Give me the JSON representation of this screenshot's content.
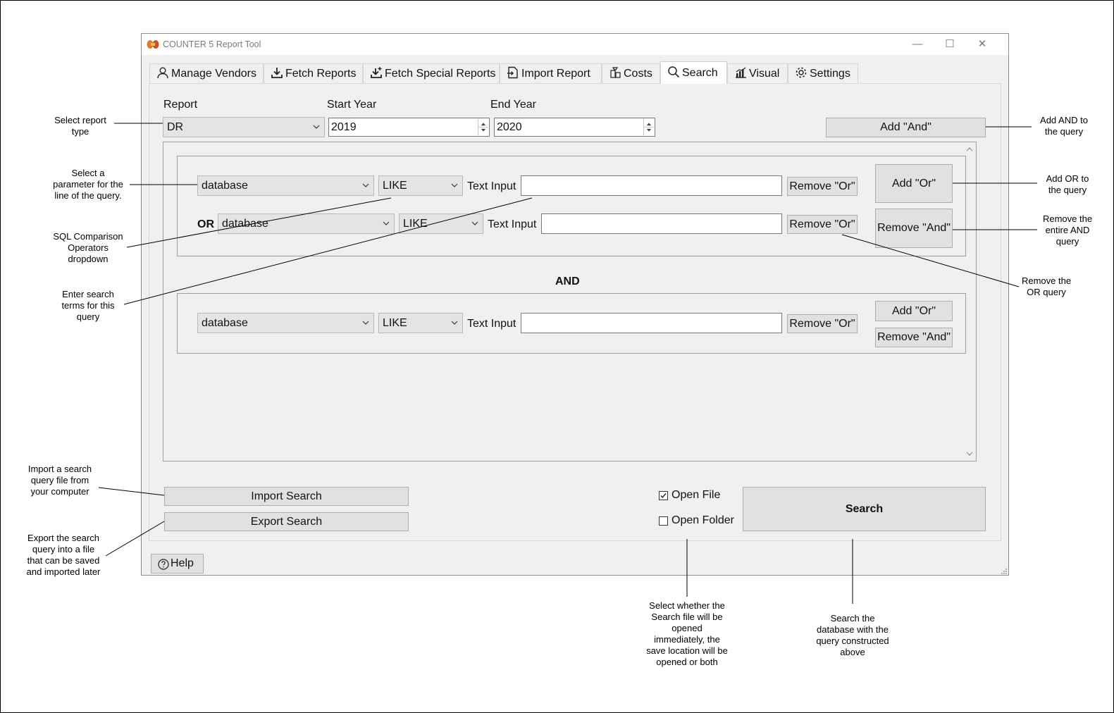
{
  "window": {
    "title": "COUNTER 5 Report Tool",
    "controls": {
      "minimize": "—",
      "maximize": "☐",
      "close": "✕"
    }
  },
  "tabs": [
    {
      "label": "Manage Vendors",
      "icon": "person-icon"
    },
    {
      "label": "Fetch Reports",
      "icon": "download-icon"
    },
    {
      "label": "Fetch Special Reports",
      "icon": "download-special-icon"
    },
    {
      "label": "Import Report",
      "icon": "import-file-icon"
    },
    {
      "label": "Costs",
      "icon": "money-bag-icon"
    },
    {
      "label": "Search",
      "icon": "search-icon",
      "active": true
    },
    {
      "label": "Visual",
      "icon": "chart-icon"
    },
    {
      "label": "Settings",
      "icon": "gear-icon"
    }
  ],
  "form": {
    "report_label": "Report",
    "report_value": "DR",
    "start_year_label": "Start Year",
    "start_year_value": "2019",
    "end_year_label": "End Year",
    "end_year_value": "2020",
    "add_and_label": "Add \"And\""
  },
  "query": {
    "or_prefix": "OR",
    "and_separator": "AND",
    "text_input_label": "Text Input",
    "remove_or_label": "Remove \"Or\"",
    "add_or_label": "Add \"Or\"",
    "remove_and_label": "Remove \"And\"",
    "groups": [
      {
        "rows": [
          {
            "parameter": "database",
            "operator": "LIKE",
            "text": ""
          },
          {
            "parameter": "database",
            "operator": "LIKE",
            "text": ""
          }
        ]
      },
      {
        "rows": [
          {
            "parameter": "database",
            "operator": "LIKE",
            "text": ""
          }
        ]
      }
    ]
  },
  "bottom": {
    "import_search": "Import Search",
    "export_search": "Export Search",
    "open_file": "Open File",
    "open_file_checked": true,
    "open_folder": "Open Folder",
    "open_folder_checked": false,
    "search": "Search",
    "help": "Help"
  },
  "annotations": {
    "select_report": "Select report\ntype",
    "select_parameter": "Select a\nparameter for the\nline of the query.",
    "sql_operators": "SQL Comparison\nOperators\ndropdown",
    "enter_terms": "Enter search\nterms for this\nquery",
    "import_search": "Import a search\nquery file from\nyour computer",
    "export_search": "Export the search\nquery into a file\nthat can be saved\nand imported later",
    "add_and": "Add AND to\nthe query",
    "add_or": "Add OR to\nthe query",
    "remove_and": "Remove the\nentire AND\nquery",
    "remove_or": "Remove the\nOR query",
    "open_options": "Select whether the\nSearch file will be\nopened\nimmediately, the\nsave location will be\nopened or both",
    "search": "Search the\ndatabase with the\nquery constructed\nabove"
  }
}
